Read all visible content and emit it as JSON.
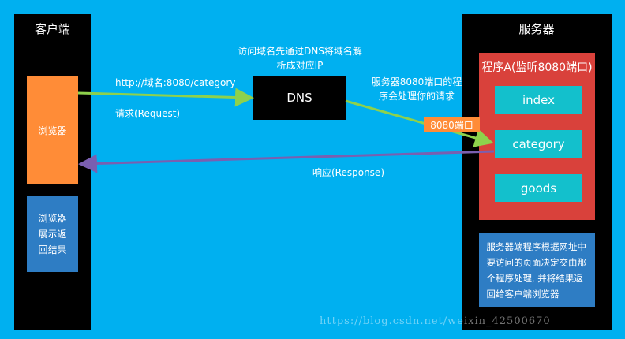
{
  "client": {
    "title": "客户端",
    "browser_label": "浏览器",
    "result_label": "浏览器展示返回结果"
  },
  "request": {
    "url": "http://域名:8080/category",
    "label": "请求(Request)"
  },
  "dns": {
    "label": "DNS",
    "note": "访问域名先通过DNS将域名解析成对应IP"
  },
  "server_note": "服务器8080端口的程序会处理你的请求",
  "port_tag": "8080端口",
  "response_label": "响应(Response)",
  "server": {
    "title": "服务器",
    "program_title": "程序A(监听8080端口)",
    "routes": [
      "index",
      "category",
      "goods"
    ],
    "description": "服务器端程序根据网址中要访问的页面决定交由那个程序处理, 并将结果返回给客户端浏览器"
  },
  "watermark": "https://blog.csdn.net/weixin_42500670",
  "colors": {
    "background": "#00b0f0",
    "panel": "#000000",
    "orange": "#ff8c37",
    "blue_box": "#2e7dc4",
    "program": "#d9413b",
    "route": "#13c0cc",
    "request_arrow": "#8ed14c",
    "response_arrow": "#7a5fb0"
  }
}
